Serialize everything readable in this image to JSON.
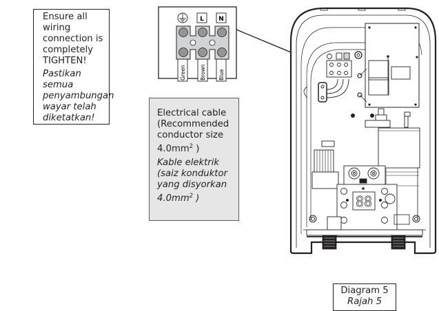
{
  "warning_note": {
    "english_lines": [
      "Ensure all wiring",
      "connection is",
      "completely",
      "TIGHTEN!"
    ],
    "malay_lines": [
      "Pastikan semua",
      "penyambungan",
      "wayar telah",
      "diketatkan!"
    ]
  },
  "cable_note": {
    "english_lines": [
      "Electrical cable",
      "(Recommended",
      "conductor size",
      "4.0mm"
    ],
    "english_sup": "2",
    "english_close": " )",
    "malay_lines": [
      "Kable elektrik",
      "(saiz konduktor",
      "yang disyorkan",
      "4.0mm"
    ],
    "malay_sup": "2",
    "malay_close": " )"
  },
  "terminal_block": {
    "terminals": [
      {
        "symbol": "earth-symbol",
        "label": "",
        "wire": "Green"
      },
      {
        "symbol": "",
        "label": "L",
        "wire": "Brown"
      },
      {
        "symbol": "",
        "label": "N",
        "wire": "Blue"
      }
    ]
  },
  "heater_unit": {
    "terminal_labels": [
      "L",
      "N"
    ],
    "wire_labels": [
      "Green",
      "Brown",
      "Blue"
    ],
    "display_digits": "88"
  },
  "caption": {
    "english": "Diagram 5",
    "malay": "Rajah 5"
  }
}
